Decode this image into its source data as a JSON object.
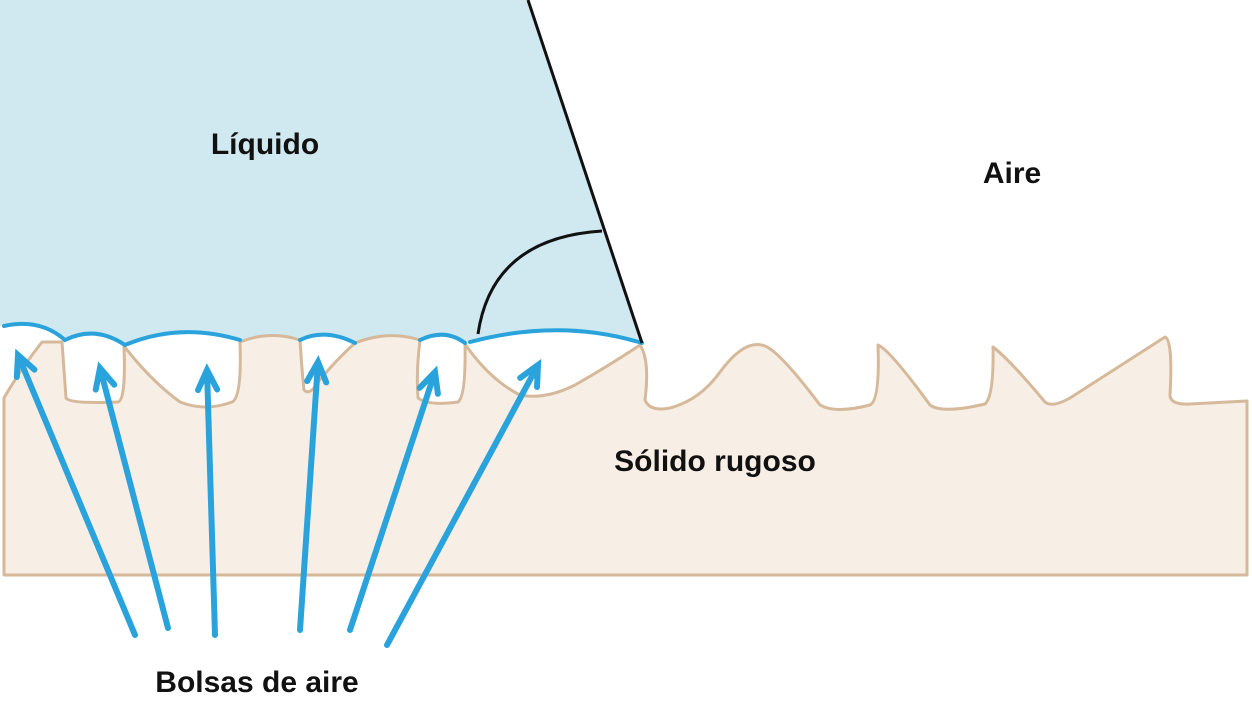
{
  "labels": {
    "liquid": "Líquido",
    "air": "Aire",
    "solid": "Sólido rugoso",
    "air_pockets": "Bolsas de aire"
  },
  "colors": {
    "liquid_fill": "#d0e8f0",
    "solid_fill": "#f7efe5",
    "solid_stroke": "#d6b99a",
    "interface_blue": "#2aa3dc",
    "line_black": "#111111"
  }
}
